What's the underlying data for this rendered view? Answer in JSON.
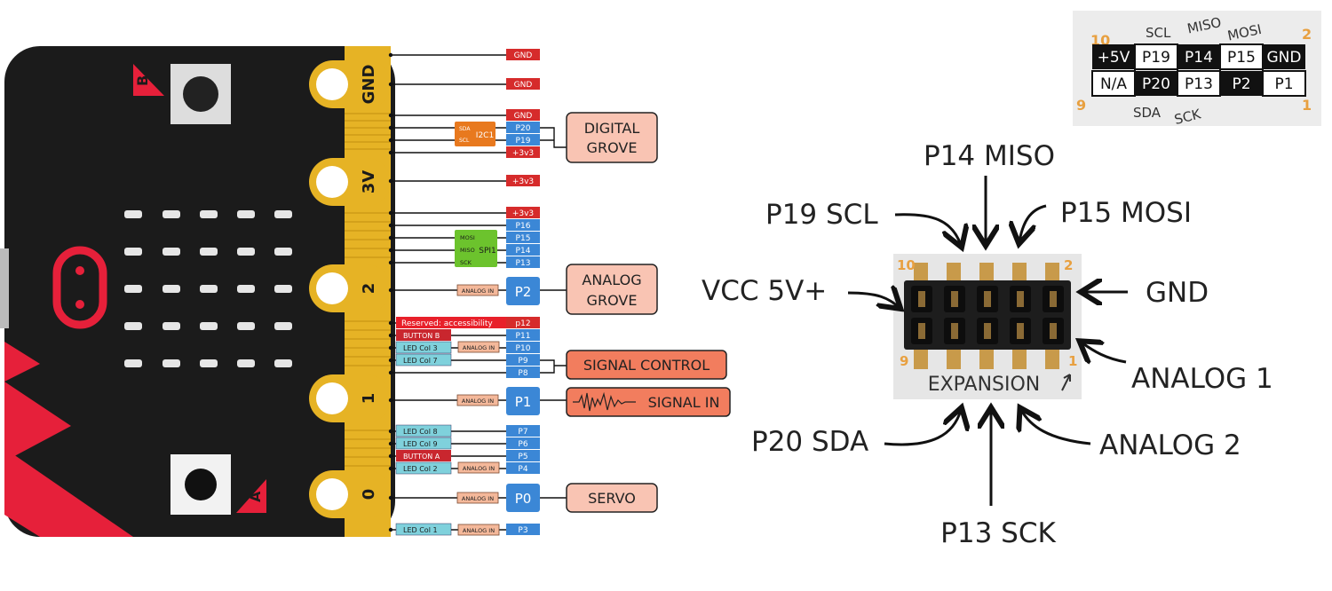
{
  "board": {
    "edge_labels": {
      "gnd": "GND",
      "v3": "3V",
      "p2": "2",
      "p1": "1",
      "p0": "0"
    },
    "buttons": {
      "b": "B",
      "a": "A"
    }
  },
  "pins": {
    "gnd1": "GND",
    "gnd2": "GND",
    "gnd3": "GND",
    "p20": "P20",
    "p19": "P19",
    "v33a": "+3v3",
    "v33b": "+3v3",
    "v33c": "+3v3",
    "p16": "P16",
    "p15": "P15",
    "p14": "P14",
    "p13": "P13",
    "p2": "P2",
    "p12": "p12",
    "p11": "P11",
    "p10": "P10",
    "p9": "P9",
    "p8": "P8",
    "p1": "P1",
    "p7": "P7",
    "p6": "P6",
    "p5": "P5",
    "p4": "P4",
    "p0": "P0",
    "p3": "P3"
  },
  "functions": {
    "i2c": "I2C1",
    "sda": "SDA",
    "scl": "SCL",
    "spi": "SPI1",
    "mosi": "MOSI",
    "miso": "MISO",
    "sck": "SCK",
    "analog_in": "ANALOG IN",
    "reserved": "Reserved: accessibility",
    "button_b": "BUTTON B",
    "button_a": "BUTTON A",
    "led_col3": "LED Col 3",
    "led_col7": "LED Col 7",
    "led_col8": "LED Col 8",
    "led_col9": "LED Col 9",
    "led_col2": "LED Col 2",
    "led_col1": "LED Col 1"
  },
  "groups": {
    "digital_grove_1": "DIGITAL",
    "digital_grove_2": "GROVE",
    "analog_grove_1": "ANALOG",
    "analog_grove_2": "GROVE",
    "signal_control": "SIGNAL CONTROL",
    "signal_in": "SIGNAL IN",
    "servo": "SERVO"
  },
  "photo_label": {
    "top": [
      "SCL",
      "MISO",
      "MOSI"
    ],
    "row1": [
      "+5V",
      "P19",
      "P14",
      "P15",
      "GND"
    ],
    "row2": [
      "N/A",
      "P20",
      "P13",
      "P2",
      "P1"
    ],
    "bottom": [
      "SDA",
      "SCK"
    ],
    "corners": {
      "tl": "10",
      "tr": "2",
      "bl": "9",
      "br": "1"
    }
  },
  "expansion": {
    "title": "EXPANSION",
    "corners": {
      "tl": "10",
      "tr": "2",
      "bl": "9",
      "br": "1"
    },
    "callouts": {
      "miso": "P14 MISO",
      "scl": "P19 SCL",
      "mosi": "P15 MOSI",
      "vcc": "VCC 5V+",
      "gnd": "GND",
      "analog1": "ANALOG 1",
      "sda": "P20 SDA",
      "analog2": "ANALOG 2",
      "sck": "P13 SCK"
    }
  }
}
